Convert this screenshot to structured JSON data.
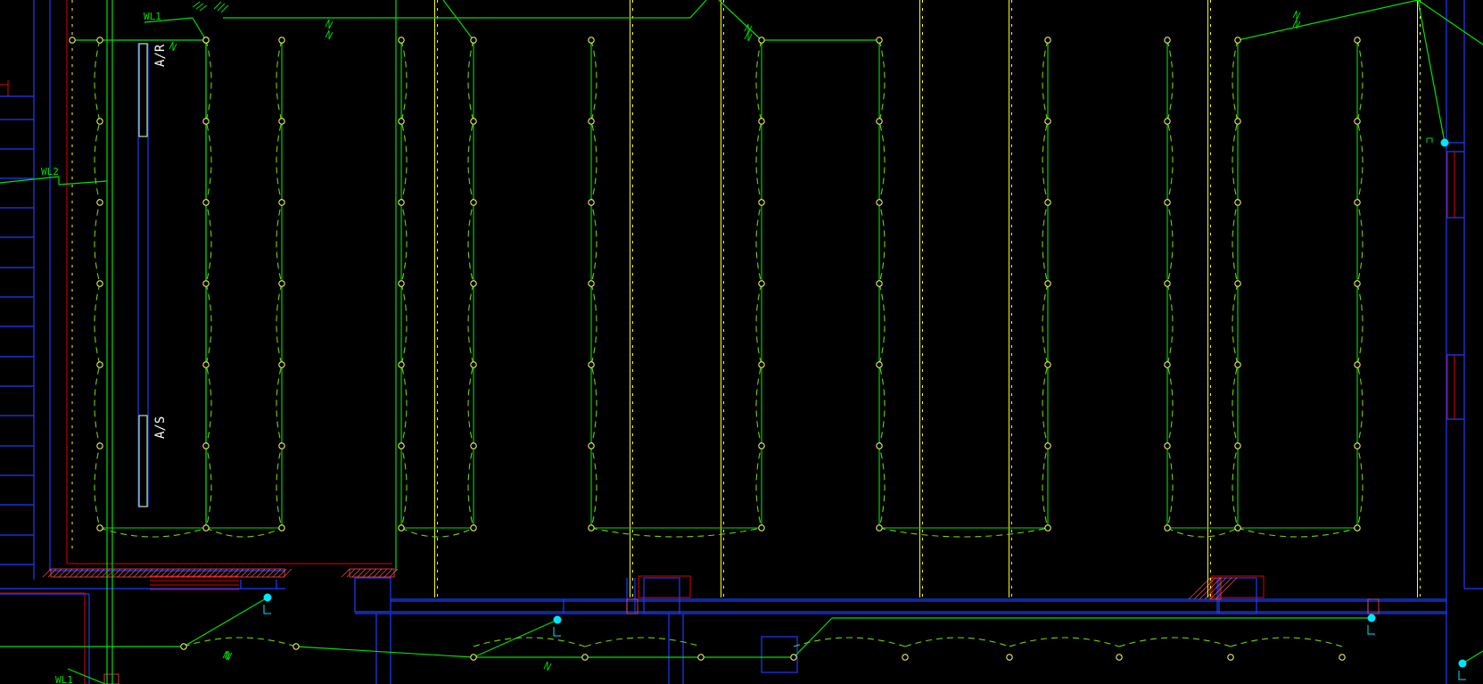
{
  "colors": {
    "background": "#000000",
    "wall": "#1a3cff",
    "wire": "#00e000",
    "dashed": "#6dd400",
    "yellow": "#ffff00",
    "red": "#e00000",
    "cyan": "#00e5ff",
    "label": "#ffffff",
    "outlet": "#ffff66",
    "diffuser": "#b8e6a0"
  },
  "labels": {
    "air_return": "A/R",
    "air_supply": "A/S",
    "circuit_top": "WL1",
    "circuit_left": "WL2",
    "circuit_bottom": "WL1"
  },
  "icons": {
    "sensor": "cyan-dot-sensor-icon",
    "outlet": "circle-outlet-icon"
  }
}
